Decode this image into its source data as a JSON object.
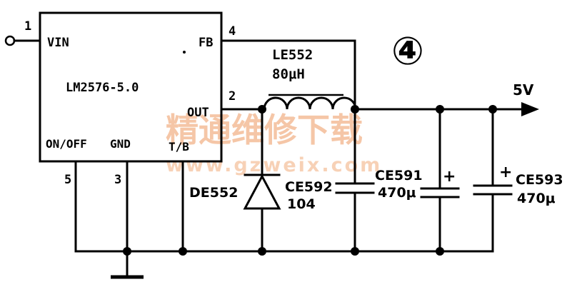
{
  "figure_number": "④",
  "ic": {
    "part": "LM2576-5.0",
    "pins": {
      "vin": {
        "name": "VIN",
        "number": "1"
      },
      "fb": {
        "name": "FB",
        "number": "4"
      },
      "out": {
        "name": "OUT",
        "number": "2"
      },
      "onoff": {
        "name": "ON/OFF",
        "number": "5"
      },
      "gnd": {
        "name": "GND",
        "number": "3"
      },
      "tab": {
        "name": "T/B"
      }
    }
  },
  "inductor": {
    "ref": "LE552",
    "value": "80μH"
  },
  "diode": {
    "ref": "DE552"
  },
  "capacitors": [
    {
      "ref": "CE592",
      "value": "104"
    },
    {
      "ref": "CE591",
      "value": "470μ",
      "polarity": "+"
    },
    {
      "ref": "CE593",
      "value": "470μ",
      "polarity": "+"
    }
  ],
  "output": {
    "label": "5V"
  },
  "watermark": {
    "text": "精通维修下载",
    "url": "www.gzweix.com"
  }
}
